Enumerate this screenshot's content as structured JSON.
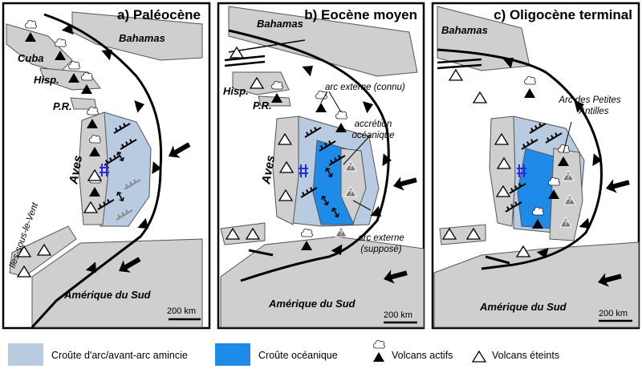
{
  "panels": [
    {
      "title": "a) Paléocène",
      "places": {
        "bahamas": "Bahamas",
        "cuba": "Cuba",
        "hisp": "Hisp.",
        "pr": "P.R.",
        "aves": "Aves",
        "iles": "Iles-sous-le-Vent",
        "amerique": "Amérique du Sud"
      },
      "scale": "200 km"
    },
    {
      "title": "b) Eocène moyen",
      "places": {
        "bahamas": "Bahamas",
        "hisp": "Hisp.",
        "pr": "P.R.",
        "aves": "Aves",
        "amerique": "Amérique du Sud"
      },
      "annotations": {
        "arc_externe_connu": "arc externe (connu)",
        "accretion_1": "accrétion",
        "accretion_2": "océanique",
        "arc_externe_1": "arc externe",
        "arc_externe_2": "(supposé)"
      },
      "scale": "200 km"
    },
    {
      "title": "c) Oligocène terminal",
      "places": {
        "bahamas": "Bahamas",
        "amerique": "Amérique du Sud"
      },
      "annotations": {
        "petites_antilles_1": "Arc des Petites",
        "petites_antilles_2": "Antilles"
      },
      "scale": "200 km"
    }
  ],
  "legend": {
    "arc_crust": {
      "label": "Croûte d'arc/avant-arc amincie",
      "color": "#b9cbe0"
    },
    "oceanic_crust": {
      "label": "Croûte océanique",
      "color": "#1e8be8"
    },
    "active_volcanoes": {
      "label": "Volcans actifs",
      "icon": "active-volcano-icon"
    },
    "extinct_volcanoes": {
      "label": "Volcans éteints",
      "icon": "extinct-volcano-icon"
    }
  },
  "colors": {
    "continent": "#cfcfcf",
    "arc_crust": "#b9cbe0",
    "oceanic_crust": "#1e8be8",
    "frame": "#000000"
  }
}
